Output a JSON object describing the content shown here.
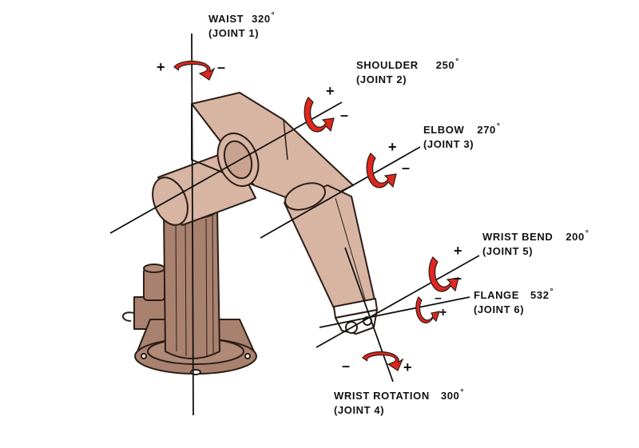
{
  "colors": {
    "body": "#d8b5a3",
    "body_dark": "#b08a76",
    "base": "#a9826f",
    "outline": "#2a1d17",
    "arrow": "#e0261e",
    "text": "#111111"
  },
  "joints": [
    {
      "name": "WAIST",
      "angle": "320",
      "joint": "(JOINT 1)"
    },
    {
      "name": "SHOULDER",
      "angle": "250",
      "joint": "(JOINT 2)"
    },
    {
      "name": "ELBOW",
      "angle": "270",
      "joint": "(JOINT 3)"
    },
    {
      "name": "WRIST BEND",
      "angle": "200",
      "joint": "(JOINT 5)"
    },
    {
      "name": "FLANGE",
      "angle": "532",
      "joint": "(JOINT 6)"
    },
    {
      "name": "WRIST ROTATION",
      "angle": "300",
      "joint": "(JOINT 4)"
    }
  ],
  "degree_symbol": "°",
  "signs": {
    "plus": "+",
    "minus": "–"
  }
}
